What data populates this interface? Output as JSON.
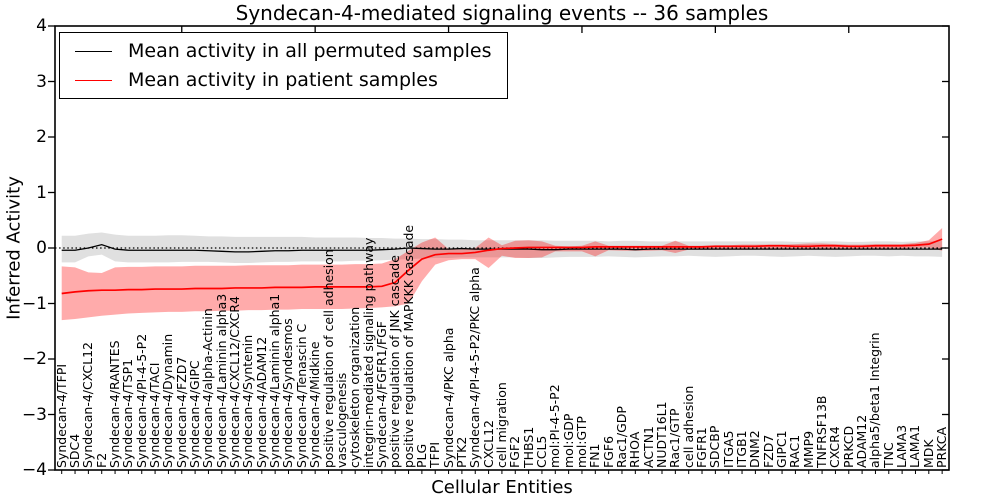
{
  "title": "Syndecan-4-mediated signaling events -- 36 samples",
  "axes": {
    "ylabel": "Inferred Activity",
    "xlabel": "Cellular Entities",
    "ylim": [
      -4,
      4
    ],
    "y_ticks": [
      {
        "label": "4",
        "value": 4
      },
      {
        "label": "3",
        "value": 3
      },
      {
        "label": "2",
        "value": 2
      },
      {
        "label": "1",
        "value": 1
      },
      {
        "label": "0",
        "value": 0
      },
      {
        "label": "−1",
        "value": -1
      },
      {
        "label": "−2",
        "value": -2
      },
      {
        "label": "−3",
        "value": -3
      },
      {
        "label": "−4",
        "value": -4
      }
    ]
  },
  "legend": {
    "entries": [
      {
        "label": "Mean activity in all permuted samples",
        "color": "#000000"
      },
      {
        "label": "Mean activity in patient samples",
        "color": "#ff0000"
      }
    ]
  },
  "colors": {
    "frame": "#000000",
    "zero_line": "#000000",
    "permuted_line": "#000000",
    "patient_line": "#ff0000",
    "permuted_band": "#e0e0e0",
    "patient_band": "rgba(255,0,0,0.33)",
    "background": "#ffffff",
    "text": "#000000"
  },
  "chart_data": {
    "type": "line",
    "title": "Syndecan-4-mediated signaling events -- 36 samples",
    "xlabel": "Cellular Entities",
    "ylabel": "Inferred Activity",
    "ylim": [
      -4,
      4
    ],
    "grid": false,
    "layout": {
      "legend_position": "upper left",
      "zero_reference_line": 0,
      "x_major_tick_indices": [
        9,
        19,
        29,
        39,
        49,
        59
      ],
      "band_alpha": 0.33
    },
    "categories": [
      "Syndecan-4/TFPI",
      "SDC4",
      "Syndecan-4/CXCL12",
      "F2",
      "Syndecan-4/RANTES",
      "Syndecan-4/TSP1",
      "Syndecan-4/PI-4-5-P2",
      "Syndecan-4/TACI",
      "Syndecan-4/Dynamin",
      "Syndecan-4/FZD7",
      "Syndecan-4/GIPC",
      "Syndecan-4/alpha-Actinin",
      "Syndecan-4/Laminin alpha3",
      "Syndecan-4/CXCL12/CXCR4",
      "Syndecan-4/Syntenin",
      "Syndecan-4/ADAM12",
      "Syndecan-4/Laminin alpha1",
      "Syndecan-4/Syndesmos",
      "Syndecan-4/Tenascin C",
      "Syndecan-4/Midkine",
      "positive regulation of cell adhesion",
      "vasculogenesis",
      "cytoskeleton organization",
      "integrin-mediated signaling pathway",
      "Syndecan-4/FGFR1/FGF",
      "positive regulation of JNK cascade",
      "positive regulation of MAPKKK cascade",
      "PLG",
      "TFPI",
      "Syndecan-4/PKC alpha",
      "PTK2",
      "Syndecan-4/PI-4-5-P2/PKC alpha",
      "CXCL12",
      "cell migration",
      "FGF2",
      "THBS1",
      "CCL5",
      "mol:PI-4-5-P2",
      "mol:GDP",
      "mol:GTP",
      "FN1",
      "FGF6",
      "Rac1/GDP",
      "RHOA",
      "ACTN1",
      "NUDT16L1",
      "Rac1/GTP",
      "cell adhesion",
      "FGFR1",
      "SDCBP",
      "ITGA5",
      "ITGB1",
      "DNM2",
      "FZD7",
      "GIPC1",
      "RAC1",
      "MMP9",
      "TNFRSF13B",
      "CXCR4",
      "PRKCD",
      "ADAM12",
      "alpha5/beta1 Integrin",
      "TNC",
      "LAMA3",
      "LAMA1",
      "MDK",
      "PRKCA"
    ],
    "series": [
      {
        "name": "Mean activity in all permuted samples",
        "color": "#000000",
        "values": [
          -0.04,
          -0.04,
          0.0,
          0.06,
          -0.02,
          -0.04,
          -0.04,
          -0.04,
          -0.04,
          -0.04,
          -0.04,
          -0.05,
          -0.06,
          -0.07,
          -0.07,
          -0.06,
          -0.05,
          -0.05,
          -0.04,
          -0.04,
          -0.04,
          -0.04,
          -0.04,
          -0.04,
          -0.03,
          -0.02,
          0.0,
          -0.01,
          -0.02,
          -0.02,
          -0.01,
          -0.02,
          -0.02,
          -0.02,
          -0.02,
          -0.02,
          -0.03,
          -0.03,
          -0.02,
          -0.02,
          -0.02,
          -0.02,
          -0.02,
          -0.03,
          -0.02,
          -0.02,
          -0.02,
          -0.02,
          -0.02,
          -0.02,
          -0.02,
          -0.02,
          -0.02,
          -0.02,
          -0.02,
          -0.02,
          -0.02,
          -0.02,
          -0.02,
          -0.02,
          -0.02,
          -0.02,
          -0.02,
          -0.02,
          -0.02,
          -0.02,
          -0.02
        ]
      },
      {
        "name": "Mean activity in patient samples",
        "color": "#ff0000",
        "values": [
          -0.82,
          -0.79,
          -0.77,
          -0.76,
          -0.76,
          -0.75,
          -0.75,
          -0.74,
          -0.74,
          -0.74,
          -0.73,
          -0.73,
          -0.73,
          -0.72,
          -0.72,
          -0.72,
          -0.71,
          -0.71,
          -0.71,
          -0.7,
          -0.7,
          -0.7,
          -0.7,
          -0.7,
          -0.69,
          -0.62,
          -0.4,
          -0.2,
          -0.12,
          -0.1,
          -0.1,
          -0.08,
          -0.04,
          -0.01,
          0.0,
          0.01,
          0.01,
          0.01,
          0.01,
          0.01,
          0.02,
          0.02,
          0.02,
          0.02,
          0.02,
          0.02,
          0.02,
          0.02,
          0.02,
          0.03,
          0.03,
          0.03,
          0.03,
          0.04,
          0.04,
          0.03,
          0.03,
          0.04,
          0.04,
          0.03,
          0.03,
          0.04,
          0.04,
          0.04,
          0.05,
          0.07,
          0.16
        ]
      }
    ],
    "bands": [
      {
        "name": "permuted samples range",
        "upper": [
          0.22,
          0.22,
          0.26,
          0.28,
          0.24,
          0.22,
          0.22,
          0.22,
          0.23,
          0.23,
          0.22,
          0.21,
          0.21,
          0.2,
          0.2,
          0.2,
          0.2,
          0.2,
          0.2,
          0.19,
          0.19,
          0.19,
          0.19,
          0.18,
          0.18,
          0.17,
          0.17,
          0.16,
          0.16,
          0.15,
          0.15,
          0.14,
          0.14,
          0.14,
          0.14,
          0.14,
          0.14,
          0.13,
          0.13,
          0.13,
          0.13,
          0.12,
          0.13,
          0.13,
          0.12,
          0.12,
          0.12,
          0.12,
          0.12,
          0.12,
          0.12,
          0.12,
          0.12,
          0.12,
          0.12,
          0.11,
          0.11,
          0.12,
          0.12,
          0.11,
          0.11,
          0.12,
          0.12,
          0.11,
          0.12,
          0.12,
          0.13
        ],
        "lower": [
          -0.26,
          -0.26,
          -0.15,
          -0.12,
          -0.24,
          -0.26,
          -0.26,
          -0.26,
          -0.26,
          -0.25,
          -0.25,
          -0.25,
          -0.26,
          -0.27,
          -0.27,
          -0.26,
          -0.25,
          -0.25,
          -0.24,
          -0.24,
          -0.24,
          -0.24,
          -0.23,
          -0.23,
          -0.22,
          -0.21,
          -0.2,
          -0.19,
          -0.18,
          -0.18,
          -0.17,
          -0.17,
          -0.17,
          -0.17,
          -0.17,
          -0.18,
          -0.18,
          -0.17,
          -0.16,
          -0.16,
          -0.16,
          -0.15,
          -0.16,
          -0.17,
          -0.16,
          -0.15,
          -0.15,
          -0.14,
          -0.15,
          -0.16,
          -0.15,
          -0.14,
          -0.14,
          -0.15,
          -0.16,
          -0.15,
          -0.14,
          -0.15,
          -0.16,
          -0.15,
          -0.14,
          -0.14,
          -0.15,
          -0.14,
          -0.15,
          -0.15,
          -0.16
        ]
      },
      {
        "name": "patient samples range",
        "upper": [
          -0.33,
          -0.35,
          -0.44,
          -0.45,
          -0.35,
          -0.34,
          -0.34,
          -0.33,
          -0.33,
          -0.33,
          -0.32,
          -0.32,
          -0.32,
          -0.32,
          -0.31,
          -0.31,
          -0.31,
          -0.31,
          -0.3,
          -0.3,
          -0.3,
          -0.3,
          -0.29,
          -0.29,
          -0.28,
          -0.2,
          -0.05,
          0.1,
          0.19,
          -0.02,
          -0.03,
          0.0,
          0.19,
          0.05,
          0.13,
          0.14,
          0.12,
          0.04,
          0.03,
          0.04,
          0.12,
          0.04,
          0.04,
          0.04,
          0.04,
          0.04,
          0.13,
          0.04,
          0.04,
          0.05,
          0.05,
          0.06,
          0.06,
          0.06,
          0.06,
          0.07,
          0.08,
          0.08,
          0.07,
          0.06,
          0.06,
          0.07,
          0.07,
          0.07,
          0.09,
          0.14,
          0.36
        ],
        "lower": [
          -1.3,
          -1.28,
          -1.25,
          -1.22,
          -1.2,
          -1.18,
          -1.17,
          -1.16,
          -1.15,
          -1.15,
          -1.14,
          -1.14,
          -1.13,
          -1.13,
          -1.12,
          -1.12,
          -1.11,
          -1.11,
          -1.1,
          -1.1,
          -1.1,
          -1.1,
          -1.09,
          -1.08,
          -1.07,
          -1.05,
          -1.0,
          -0.6,
          -0.3,
          -0.22,
          -0.2,
          -0.2,
          -0.36,
          -0.14,
          -0.18,
          -0.18,
          -0.17,
          -0.06,
          -0.06,
          -0.06,
          -0.15,
          -0.04,
          -0.05,
          -0.05,
          -0.05,
          -0.04,
          -0.09,
          -0.03,
          -0.03,
          -0.03,
          -0.03,
          -0.03,
          -0.03,
          -0.02,
          -0.02,
          -0.02,
          -0.02,
          -0.02,
          -0.02,
          -0.02,
          -0.02,
          -0.02,
          -0.01,
          -0.01,
          0.0,
          0.01,
          -0.05
        ]
      }
    ]
  }
}
